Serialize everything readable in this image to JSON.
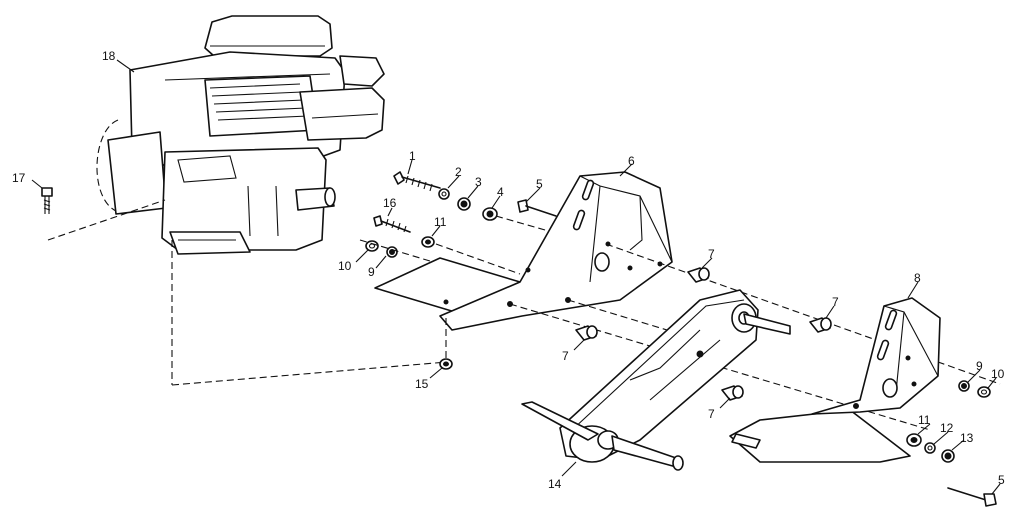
{
  "diagram": {
    "callouts": {
      "c1": "1",
      "c2": "2",
      "c3": "3",
      "c4": "4",
      "c5a": "5",
      "c5b": "5",
      "c6": "6",
      "c7a": "7",
      "c7b": "7",
      "c7c": "7",
      "c7d": "7",
      "c8": "8",
      "c9a": "9",
      "c9b": "9",
      "c10a": "10",
      "c10b": "10",
      "c11a": "11",
      "c11b": "11",
      "c12": "12",
      "c13": "13",
      "c14": "14",
      "c15": "15",
      "c16": "16",
      "c17": "17",
      "c18": "18"
    }
  }
}
